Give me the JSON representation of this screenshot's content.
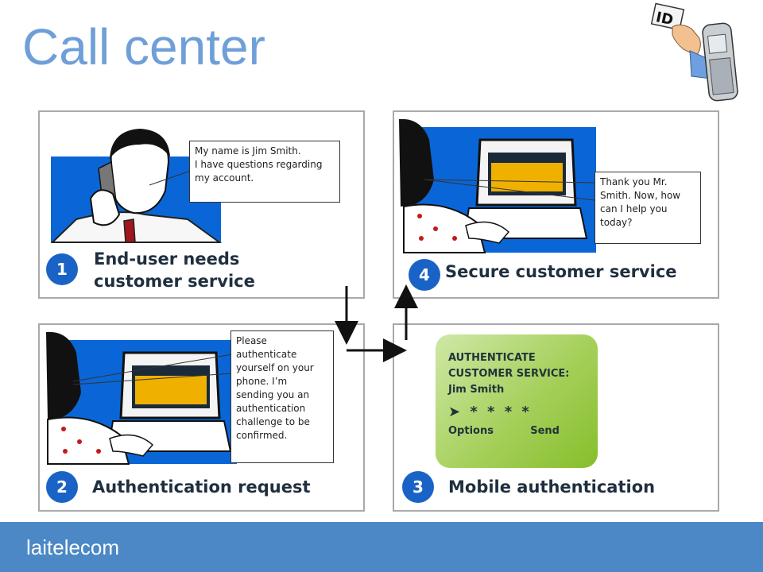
{
  "title": "Call center",
  "panels": {
    "step1": {
      "number": "1",
      "caption_line1": "End-user needs",
      "caption_line2": "customer service",
      "bubble": [
        "My name is Jim Smith.",
        "I have questions regarding",
        "my account."
      ]
    },
    "step2": {
      "number": "2",
      "caption": "Authentication request",
      "bubble": [
        "Please",
        "authenticate",
        "yourself on your",
        "phone. I’m",
        "sending you an",
        "authentication",
        "challenge to be",
        "confirmed."
      ]
    },
    "step3": {
      "number": "3",
      "caption": "Mobile authentication",
      "screen": {
        "line1": "AUTHENTICATE",
        "line2": "CUSTOMER SERVICE:",
        "line3": "Jim Smith",
        "stars": "* * * *",
        "option_left": "Options",
        "option_right": "Send"
      }
    },
    "step4": {
      "number": "4",
      "caption": "Secure customer service",
      "bubble": [
        "Thank you Mr.",
        "Smith. Now, how",
        "can I help you",
        "today?"
      ]
    }
  },
  "footer": {
    "logo": "laitelecom"
  },
  "corner_badge": "ID",
  "colors": {
    "title": "#6f9fd8",
    "step_circle": "#1a63c6",
    "footer": "#4b88c5",
    "phone_green": "#9ccb4d"
  }
}
